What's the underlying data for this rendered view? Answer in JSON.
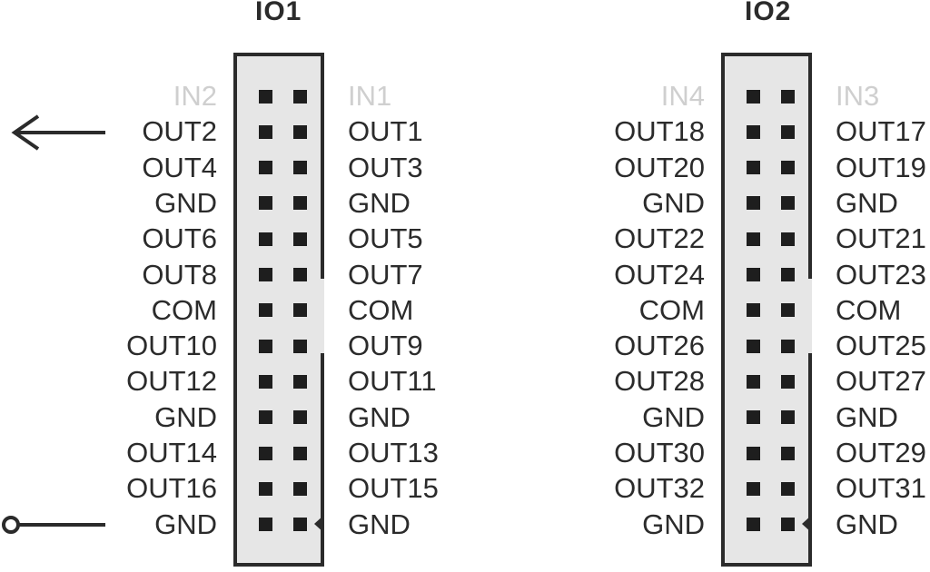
{
  "io1": {
    "title": "IO1",
    "left": [
      "IN2",
      "OUT2",
      "OUT4",
      "GND",
      "OUT6",
      "OUT8",
      "COM",
      "OUT10",
      "OUT12",
      "GND",
      "OUT14",
      "OUT16",
      "GND"
    ],
    "right": [
      "IN1",
      "OUT1",
      "OUT3",
      "GND",
      "OUT5",
      "OUT7",
      "COM",
      "OUT9",
      "OUT11",
      "GND",
      "OUT13",
      "OUT15",
      "GND"
    ]
  },
  "io2": {
    "title": "IO2",
    "left": [
      "IN4",
      "OUT18",
      "OUT20",
      "GND",
      "OUT22",
      "OUT24",
      "COM",
      "OUT26",
      "OUT28",
      "GND",
      "OUT30",
      "OUT32",
      "GND"
    ],
    "right": [
      "IN3",
      "OUT17",
      "OUT19",
      "GND",
      "OUT21",
      "OUT23",
      "COM",
      "OUT25",
      "OUT27",
      "GND",
      "OUT29",
      "OUT31",
      "GND"
    ]
  },
  "colors": {
    "line": "#2b2b2b",
    "body": "#e6e6e6",
    "dim_label": "#cfcfcf",
    "pin": "#1e1e1e"
  },
  "icons": {
    "output_arrow": "left-arrow-icon",
    "ground_terminal": "terminal-circle-icon"
  }
}
